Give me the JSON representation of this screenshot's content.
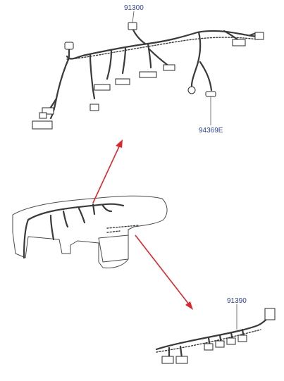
{
  "labels": {
    "main_harness": "91300",
    "sensor": "94369E",
    "sub_harness": "91390"
  },
  "colors": {
    "label": "#2b3fa8",
    "arrow": "#e0262a",
    "line": "#3a3a3a"
  }
}
